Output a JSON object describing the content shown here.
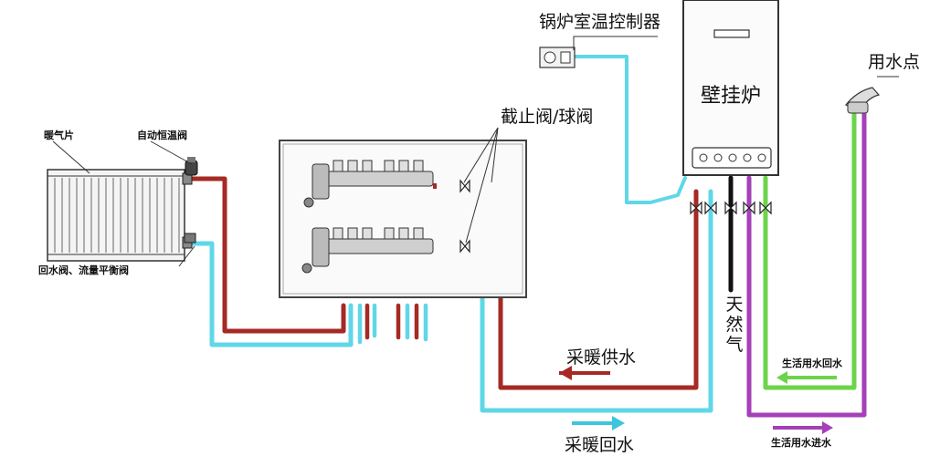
{
  "labels": {
    "radiator": "暖气片",
    "thermo_valve": "自动恒温阀",
    "return_valve": "回水阀、流量平衡阀",
    "shutoff_valve": "截止阀/球阀",
    "room_controller": "锅炉室温控制器",
    "boiler": "壁挂炉",
    "water_point": "用水点",
    "natural_gas": [
      "天",
      "然",
      "气"
    ],
    "heating_supply": "采暖供水",
    "heating_return": "采暖回水",
    "domestic_return": "生活用水回水",
    "domestic_inlet": "生活用水进水"
  },
  "colors": {
    "supply_pipe": "#a52a24",
    "return_pipe": "#5fd7e8",
    "gas_pipe": "#111111",
    "domestic_hot_pipe": "#6cd44a",
    "domestic_cold_pipe": "#a540b8",
    "arrow_supply": "#a52a24",
    "arrow_return": "#3ec4dd",
    "arrow_domestic_return": "#6cd44a",
    "arrow_domestic_inlet": "#a540b8"
  },
  "icons": [
    "radiator-icon",
    "thermostat-icon",
    "manifold-icon",
    "boiler-icon",
    "faucet-icon",
    "valve-icon"
  ]
}
